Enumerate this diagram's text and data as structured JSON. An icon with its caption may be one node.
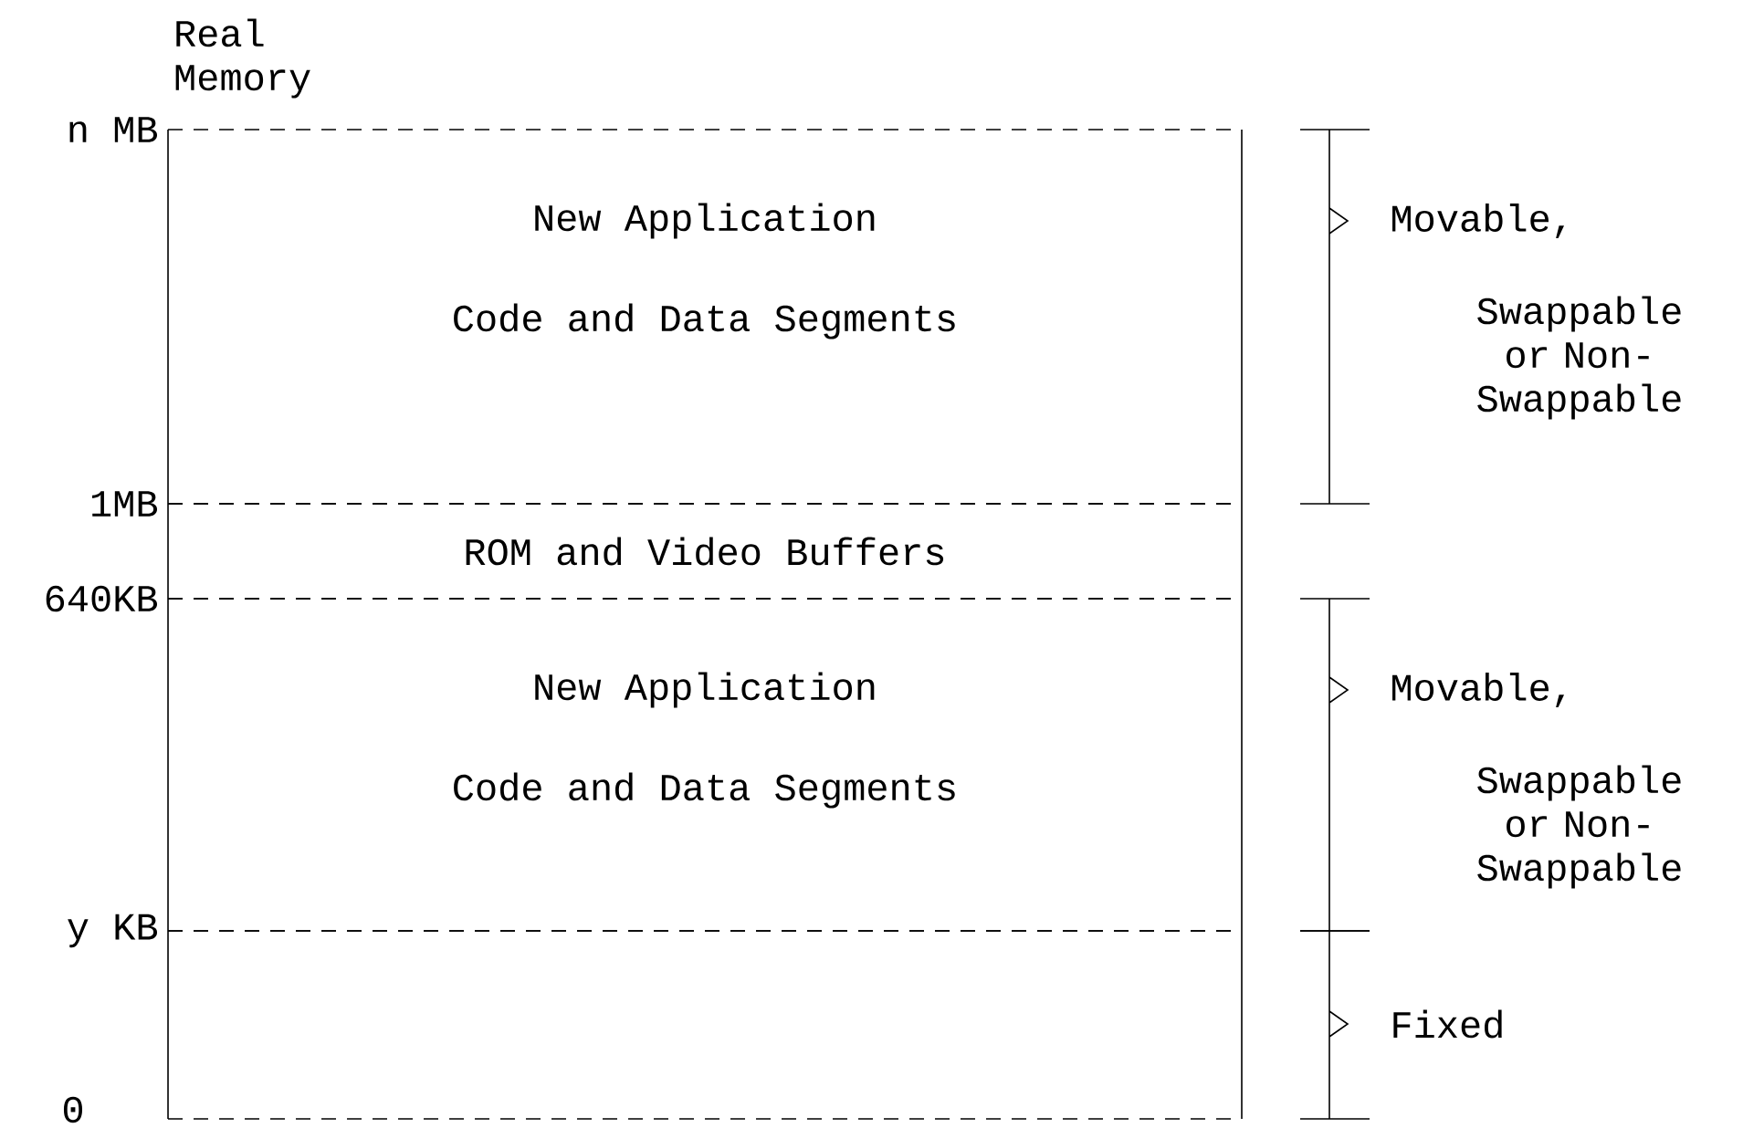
{
  "diagram": {
    "nodes": [
      {
        "text": [
          "New Application",
          "Code and Data Segments"
        ],
        "beside": [
          "Movable,",
          "Swappable or Non-Swappable"
        ]
      },
      {
        "text": [
          "ROM and Video Buffers"
        ]
      },
      {
        "text": [
          "New Application",
          "Code and Data Segments"
        ],
        "beside": [
          "Movable,",
          "Swappable or Non-Swappable"
        ]
      },
      {
        "text": [],
        "shape": "box",
        "beside": [
          "Fixed"
        ]
      }
    ],
    "edges": [],
    "labels": [
      "Real Memory",
      "n MB",
      "1MB",
      "640KB",
      "y KB",
      "0"
    ]
  }
}
